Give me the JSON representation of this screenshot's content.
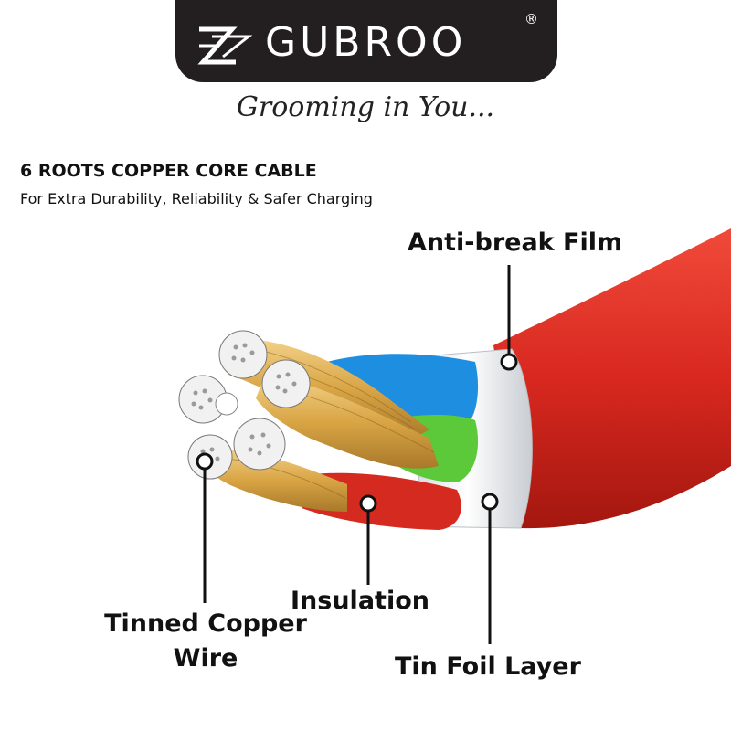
{
  "brand": {
    "name": "GUBROO",
    "registered": "®",
    "tagline": "Grooming in You..."
  },
  "product": {
    "headline": "6 ROOTS COPPER CORE CABLE",
    "subheadline": "For Extra Durability, Reliability & Safer Charging"
  },
  "callouts": {
    "anti_break_film": "Anti-break Film",
    "insulation": "Insulation",
    "tinned_copper_line1": "Tinned Copper",
    "tinned_copper_line2": "Wire",
    "tin_foil": "Tin Foil Layer"
  },
  "colors": {
    "jacket": "#d8281f",
    "blue_wire": "#1e8ee0",
    "green_wire": "#5cc93a",
    "red_wire": "#d42a1f",
    "copper": "#d9a545",
    "foil": "#e9ecef",
    "brand_bar": "#231f20"
  }
}
